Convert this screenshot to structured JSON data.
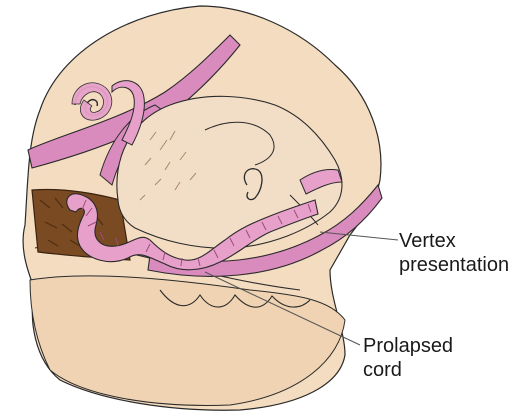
{
  "labels": {
    "vertex": {
      "line1": "Vertex",
      "line2": "presentation"
    },
    "prolapsed": {
      "line1": "Prolapsed",
      "line2": "cord"
    }
  },
  "colors": {
    "skin": "#f4dcc0",
    "skin_shade": "#e9c6a0",
    "cord_pink": "#e7a0c9",
    "uterine_wall": "#d98bbd",
    "outline": "#2a2a2a",
    "placenta_brown": "#7a4a22",
    "leader_line": "#555555"
  }
}
